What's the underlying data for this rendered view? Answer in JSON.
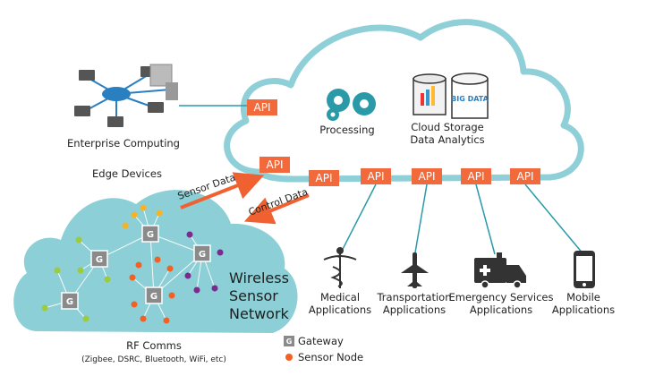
{
  "cloud": {
    "processing_label": "Processing",
    "storage_label_line1": "Cloud Storage",
    "storage_label_line2": "Data Analytics",
    "big_data_text": "BIG DATA"
  },
  "enterprise": {
    "label": "Enterprise Computing"
  },
  "edge": {
    "label": "Edge Devices"
  },
  "api_label": "API",
  "arrows": {
    "sensor_data": "Sensor Data",
    "control_data": "Control Data"
  },
  "wsn": {
    "line1": "Wireless",
    "line2": "Sensor",
    "line3": "Network"
  },
  "rf": {
    "line1": "RF Comms",
    "line2": "(Zigbee, DSRC, Bluetooth, WiFi, etc)"
  },
  "gateway_letter": "G",
  "legend": {
    "gateway": "Gateway",
    "sensor_node": "Sensor Node"
  },
  "applications": [
    {
      "line1": "Medical",
      "line2": "Applications",
      "icon": "caduceus-icon"
    },
    {
      "line1": "Transportation",
      "line2": "Applications",
      "icon": "airplane-icon"
    },
    {
      "line1": "Emergency Services",
      "line2": "Applications",
      "icon": "ambulance-icon"
    },
    {
      "line1": "Mobile",
      "line2": "Applications",
      "icon": "mobile-phone-icon"
    }
  ],
  "colors": {
    "cloud_stroke": "#8fd0d8",
    "wsn_cloud_fill": "#8ccfd6",
    "api_fill": "#f26a3b",
    "gateway_fill": "#8a8a8a",
    "arrow": "#f06132",
    "node_orange": "#f26122",
    "node_yellow": "#f7b324",
    "node_purple": "#7b2b8f",
    "node_green": "#9ccb3c"
  }
}
